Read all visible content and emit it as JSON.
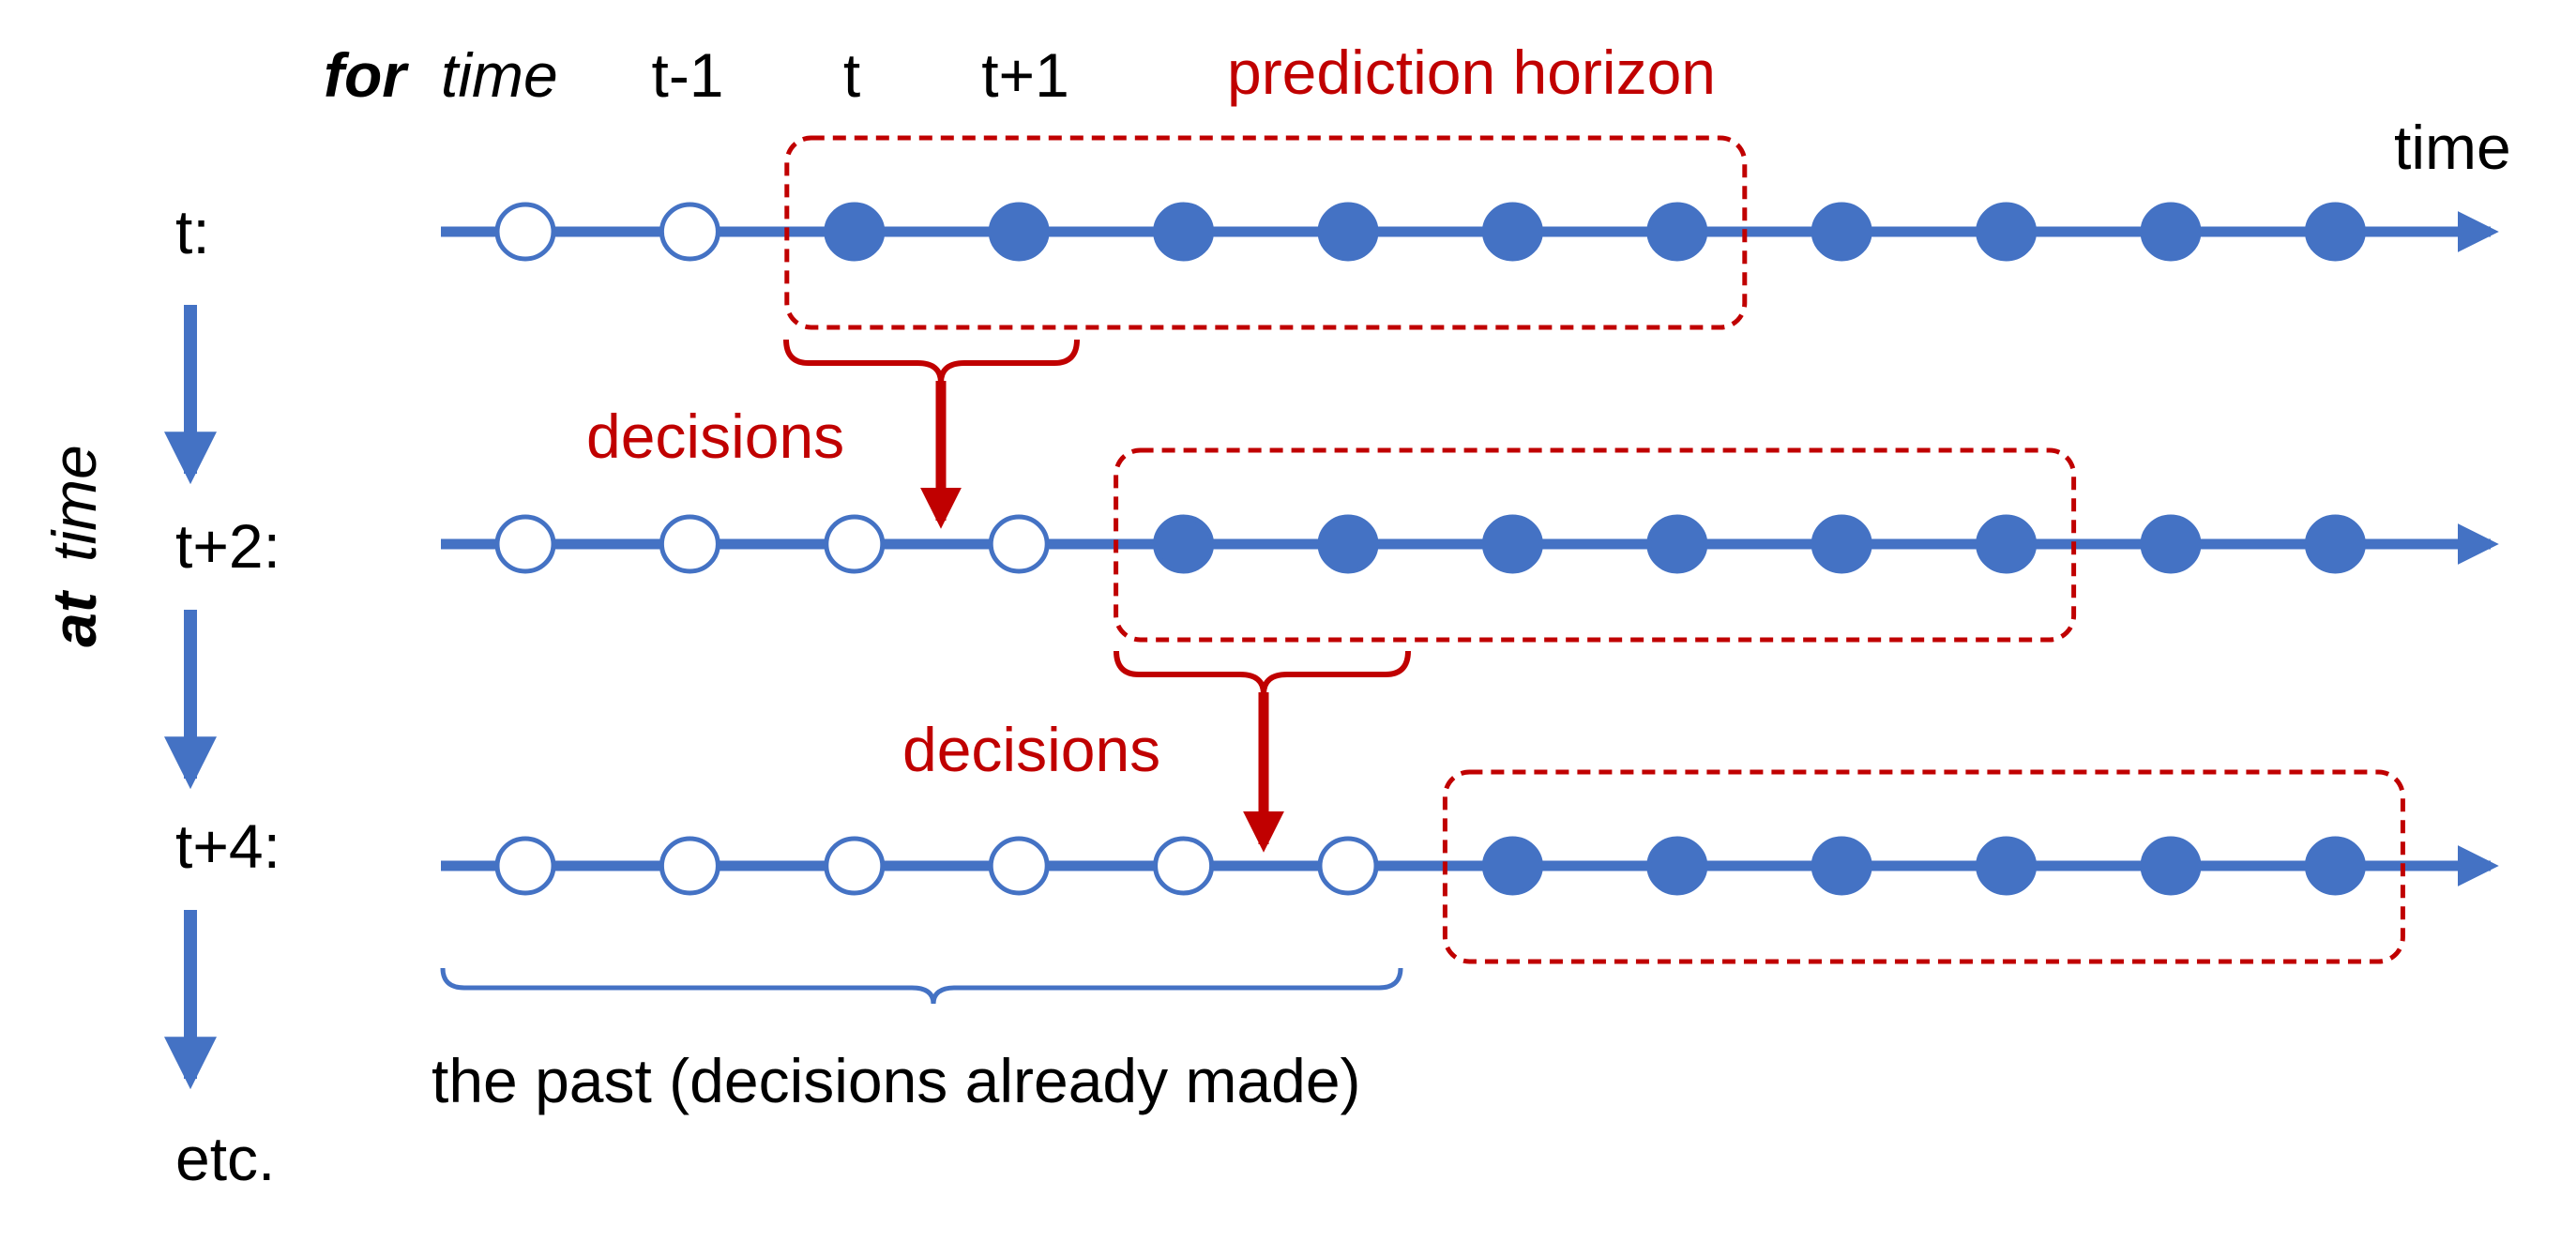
{
  "header": {
    "for_label": "for",
    "time_label": "time",
    "tick_labels": [
      "t-1",
      "t",
      "t+1"
    ],
    "prediction_horizon_label": "prediction horizon",
    "axis_label": "time"
  },
  "side_axis": {
    "at_label": "at",
    "time_label": "time"
  },
  "rows": [
    {
      "label": "t:",
      "past_count": 2,
      "future_count": 10,
      "horizon_start": 2,
      "horizon_count": 6
    },
    {
      "label": "t+2:",
      "past_count": 4,
      "future_count": 8,
      "horizon_start": 4,
      "horizon_count": 6
    },
    {
      "label": "t+4:",
      "past_count": 6,
      "future_count": 6,
      "horizon_start": 6,
      "horizon_count": 6
    }
  ],
  "decisions_label": "decisions",
  "past_label": "the past (decisions already made)",
  "etc_label": "etc.",
  "colors": {
    "blue": "#4472C4",
    "red": "#C00000",
    "text": "#000000",
    "background": "#FFFFFF"
  }
}
